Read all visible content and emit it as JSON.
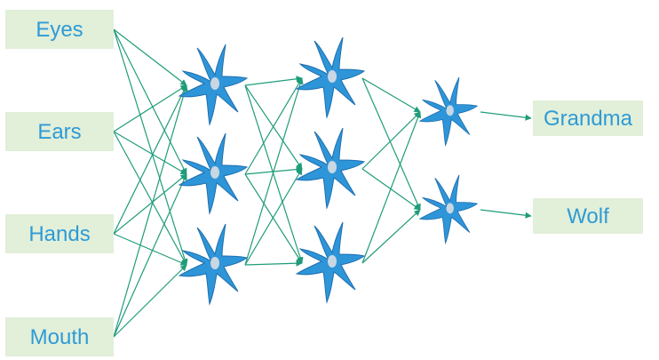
{
  "inputs": [
    "Eyes",
    "Ears",
    "Hands",
    "Mouth"
  ],
  "outputs": [
    "Grandma",
    "Wolf"
  ],
  "layers": [
    3,
    3,
    2
  ],
  "colors": {
    "box_fill": "#e2efd9",
    "label_text": "#2e9bd6",
    "neuron_fill": "#2e95d9",
    "nucleus_fill": "#c9d7e3",
    "edge": "#1f9c7a"
  }
}
